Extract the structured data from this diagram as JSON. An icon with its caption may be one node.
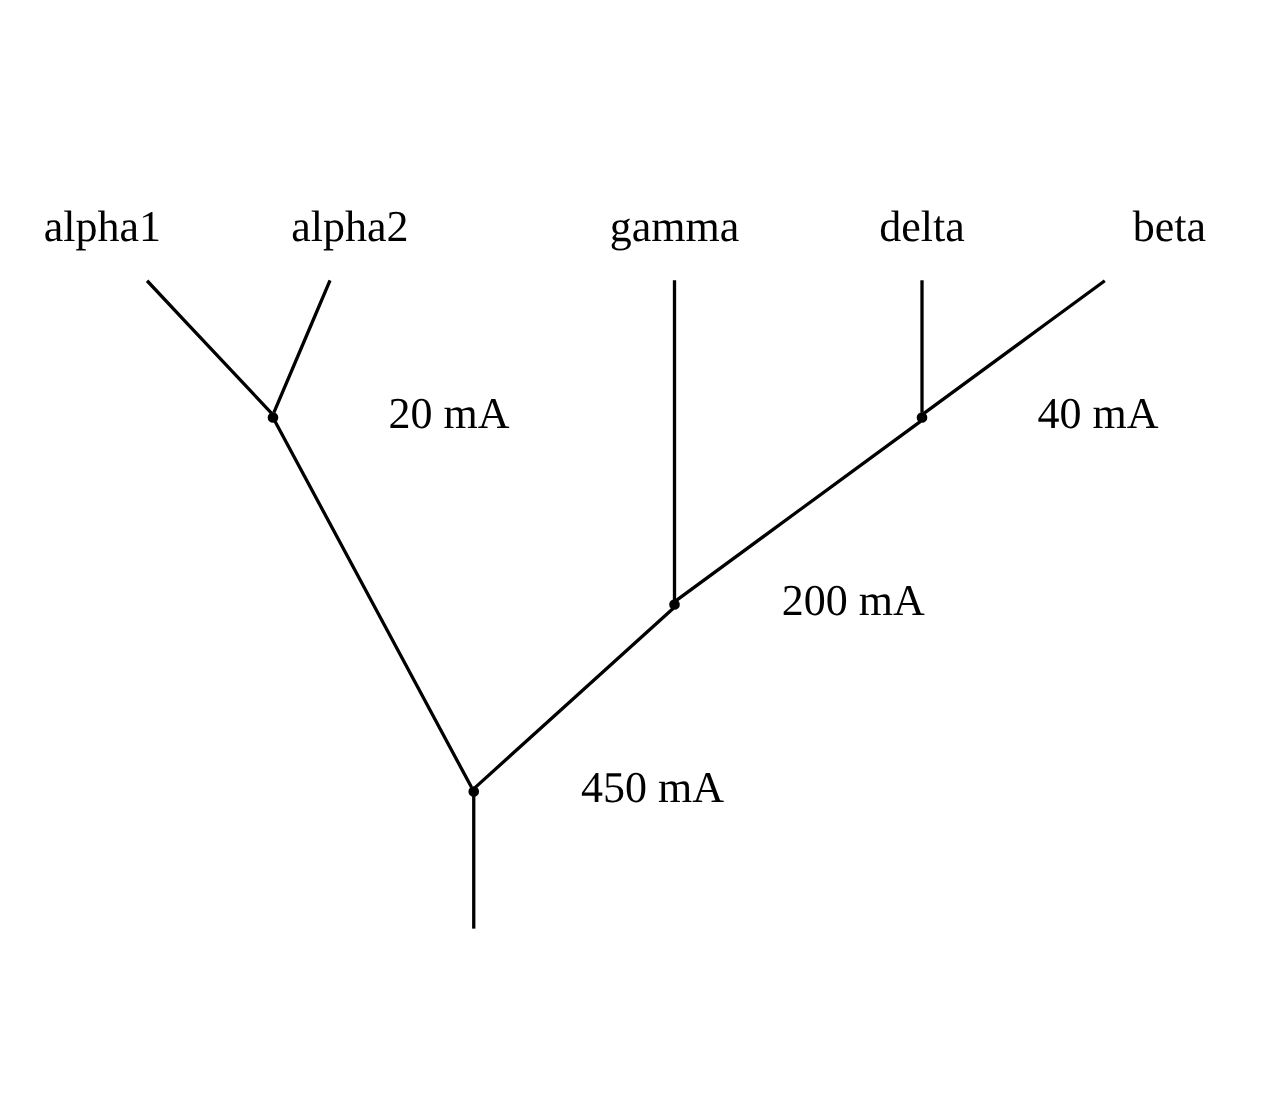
{
  "diagram": {
    "nodes": [
      {
        "text": [
          "alpha1"
        ]
      },
      {
        "text": [
          "alpha2"
        ]
      },
      {
        "text": [
          "gamma"
        ]
      },
      {
        "text": [
          "delta"
        ]
      },
      {
        "text": [
          "beta"
        ]
      },
      {
        "text": [],
        "shape": "point",
        "beside": [
          "20 mA"
        ]
      },
      {
        "text": [],
        "shape": "point",
        "beside": [
          "40 mA"
        ]
      },
      {
        "text": [],
        "shape": "point",
        "beside": [
          "200 mA"
        ]
      },
      {
        "text": [],
        "shape": "point",
        "beside": [
          "450 mA"
        ]
      }
    ],
    "edges": [
      {
        "from": 5,
        "to": 0,
        "arrow": "none"
      },
      {
        "from": 5,
        "to": 1,
        "arrow": "none"
      },
      {
        "from": 6,
        "to": 3,
        "arrow": "none"
      },
      {
        "from": 6,
        "to": 4,
        "arrow": "none"
      },
      {
        "from": 7,
        "to": 2,
        "arrow": "none"
      },
      {
        "from": 7,
        "to": 6,
        "arrow": "none"
      },
      {
        "from": 8,
        "to": 5,
        "arrow": "none"
      },
      {
        "from": 8,
        "to": 7,
        "arrow": "none"
      },
      {
        "from": 8,
        "to": null,
        "arrow": "none"
      }
    ]
  }
}
